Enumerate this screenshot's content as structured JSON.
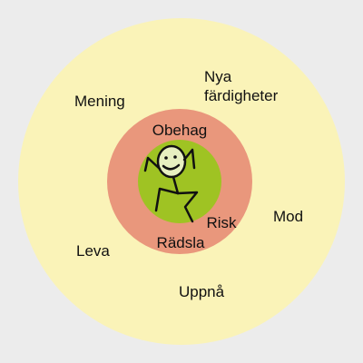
{
  "diagram": {
    "colors": {
      "background": "#ececec",
      "growth_zone": "#faf3b8",
      "fear_zone": "#e9977c",
      "comfort_zone": "#9fc323",
      "figure_stroke": "#111111",
      "face": "#e7efc0"
    },
    "icons": {
      "figure": "stick-figure-icon"
    },
    "inner_labels": {
      "top": "Obehag",
      "right": "Risk",
      "bottom": "Rädsla"
    },
    "outer_labels": {
      "meaning": "Mening",
      "new_skills_line1": "Nya",
      "new_skills_line2": "färdigheter",
      "courage": "Mod",
      "live": "Leva",
      "achieve": "Uppnå"
    }
  }
}
